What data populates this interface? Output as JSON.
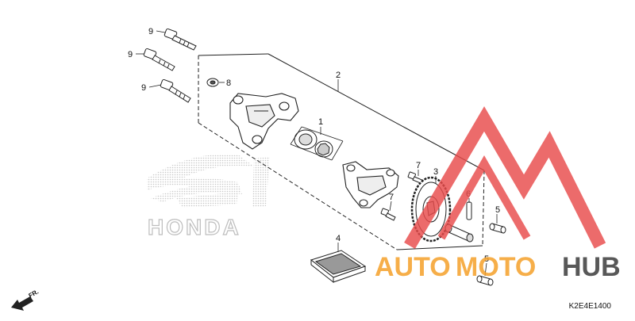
{
  "callouts": {
    "c1": "1",
    "c2": "2",
    "c3": "3",
    "c4": "4",
    "c5a": "5",
    "c5b": "5",
    "c6": "6",
    "c7a": "7",
    "c7b": "7",
    "c8": "8",
    "c9a": "9",
    "c9b": "9",
    "c9c": "9"
  },
  "direction_label": "FR.",
  "watermark_brand": "HONDA",
  "logo": {
    "text_auto": "AUTO",
    "text_moto": "MOTO",
    "text_hub": "HUB",
    "color_orange": "#f5a12a",
    "color_dark": "#3b3b3b",
    "color_red": "#e94b4b"
  },
  "diagram_code": "K2E4E1400"
}
